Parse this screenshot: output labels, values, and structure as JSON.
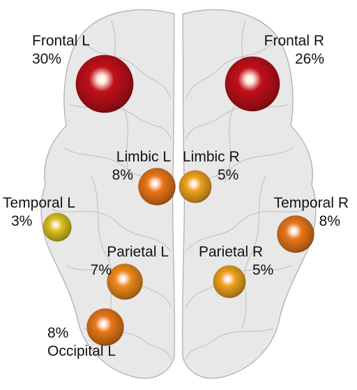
{
  "figure": {
    "brain_fill": "#e2e2e2",
    "brain_stroke": "#a9a9a9",
    "fold_stroke": "#b3b3b3"
  },
  "regions": [
    {
      "id": "frontal-l",
      "name": "Frontal L",
      "percent": "30%",
      "value": 30,
      "color": "#c0101a"
    },
    {
      "id": "frontal-r",
      "name": "Frontal R",
      "percent": "26%",
      "value": 26,
      "color": "#c0101a"
    },
    {
      "id": "limbic-l",
      "name": "Limbic L",
      "percent": "8%",
      "value": 8,
      "color": "#e8761a"
    },
    {
      "id": "limbic-r",
      "name": "Limbic R",
      "percent": "5%",
      "value": 5,
      "color": "#efa21e"
    },
    {
      "id": "temporal-l",
      "name": "Temporal L",
      "percent": "3%",
      "value": 3,
      "color": "#d9c11f"
    },
    {
      "id": "temporal-r",
      "name": "Temporal R",
      "percent": "8%",
      "value": 8,
      "color": "#e8761a"
    },
    {
      "id": "parietal-l",
      "name": "Parietal L",
      "percent": "7%",
      "value": 7,
      "color": "#ec8a1c"
    },
    {
      "id": "parietal-r",
      "name": "Parietal R",
      "percent": "5%",
      "value": 5,
      "color": "#efa21e"
    },
    {
      "id": "occipital-l",
      "name": "Occipital L",
      "percent": "8%",
      "value": 8,
      "color": "#e8761a"
    }
  ]
}
